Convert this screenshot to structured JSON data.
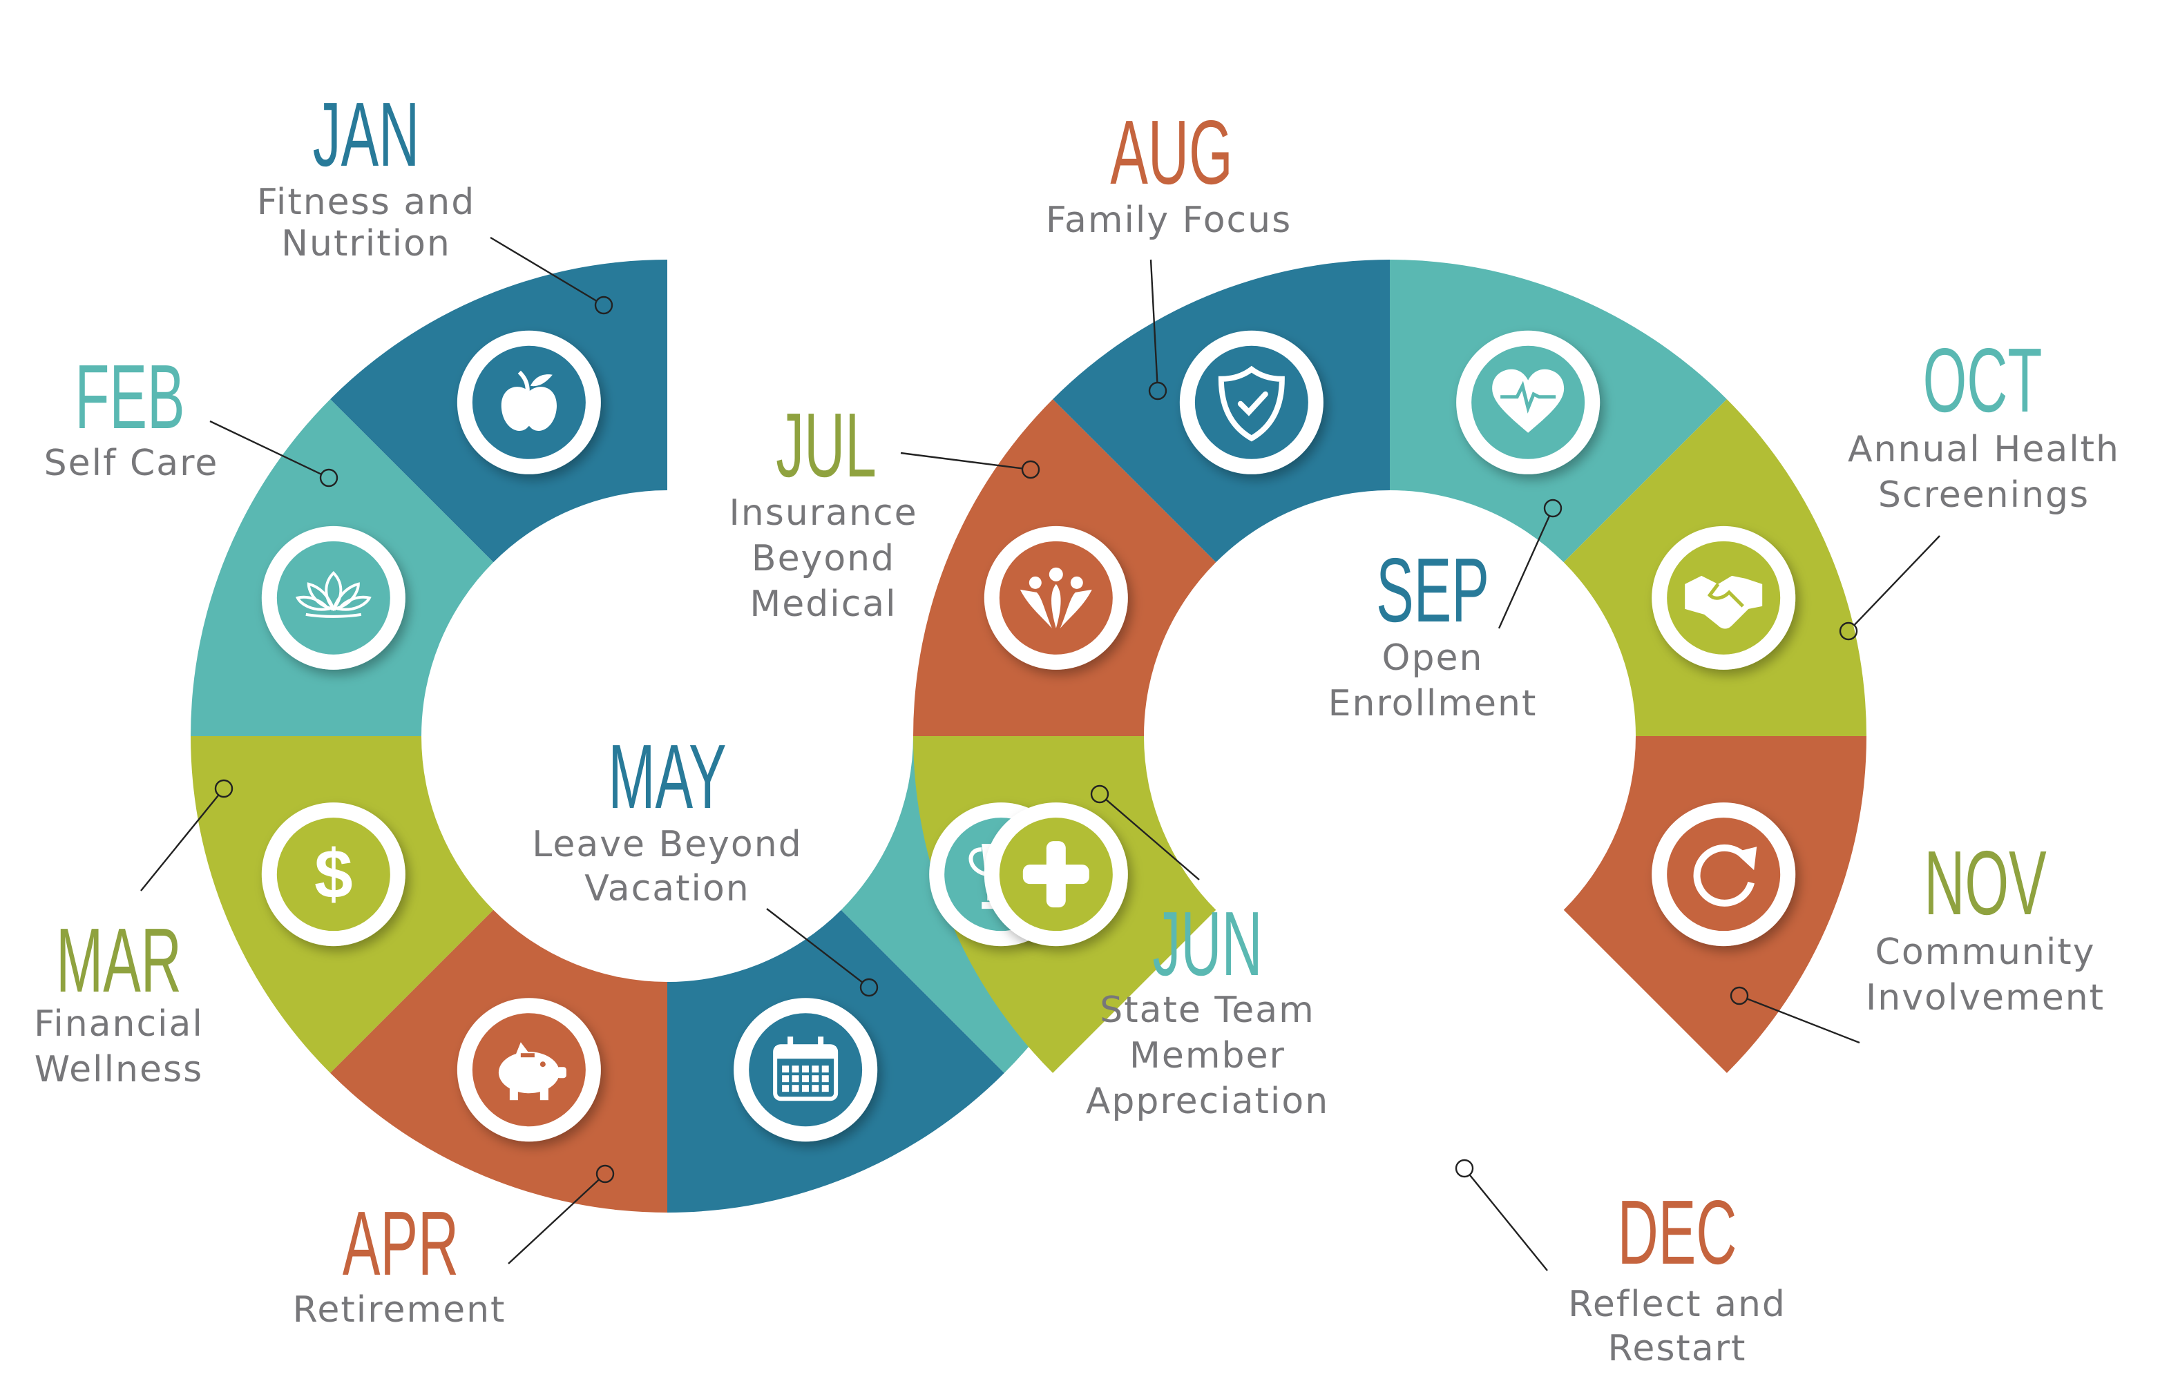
{
  "colors": {
    "blue": "#287a99",
    "teal": "#5ab8b2",
    "green": "#b2be35",
    "green_text": "#8fa23f",
    "orange": "#c5643e",
    "text_gray": "#77777a"
  },
  "months": [
    {
      "month": "JAN",
      "desc": [
        "Fitness and",
        "Nutrition"
      ],
      "color": "blue",
      "icon": "apple-icon"
    },
    {
      "month": "FEB",
      "desc": [
        "Self Care"
      ],
      "color": "teal",
      "icon": "lotus-icon"
    },
    {
      "month": "MAR",
      "desc": [
        "Financial",
        "Wellness"
      ],
      "color": "green",
      "icon": "dollar-icon"
    },
    {
      "month": "APR",
      "desc": [
        "Retirement"
      ],
      "color": "orange",
      "icon": "piggy-bank-icon"
    },
    {
      "month": "MAY",
      "desc": [
        "Leave Beyond",
        "Vacation"
      ],
      "color": "blue",
      "icon": "calendar-icon"
    },
    {
      "month": "JUN",
      "desc": [
        "State Team",
        "Member",
        "Appreciation"
      ],
      "color": "teal",
      "icon": "trophy-icon"
    },
    {
      "month": "JUL",
      "desc": [
        "Insurance",
        "Beyond",
        "Medical"
      ],
      "color": "green",
      "icon": "plus-icon"
    },
    {
      "month": "AUG",
      "desc": [
        "Family Focus"
      ],
      "color": "orange",
      "icon": "family-icon"
    },
    {
      "month": "SEP",
      "desc": [
        "Open",
        "Enrollment"
      ],
      "color": "blue",
      "icon": "shield-check-icon"
    },
    {
      "month": "OCT",
      "desc": [
        "Annual Health",
        "Screenings"
      ],
      "color": "teal",
      "icon": "heart-pulse-icon"
    },
    {
      "month": "NOV",
      "desc": [
        "Community",
        "Involvement"
      ],
      "color": "green",
      "icon": "handshake-icon"
    },
    {
      "month": "DEC",
      "desc": [
        "Reflect and",
        "Restart"
      ],
      "color": "orange",
      "icon": "refresh-icon"
    }
  ]
}
